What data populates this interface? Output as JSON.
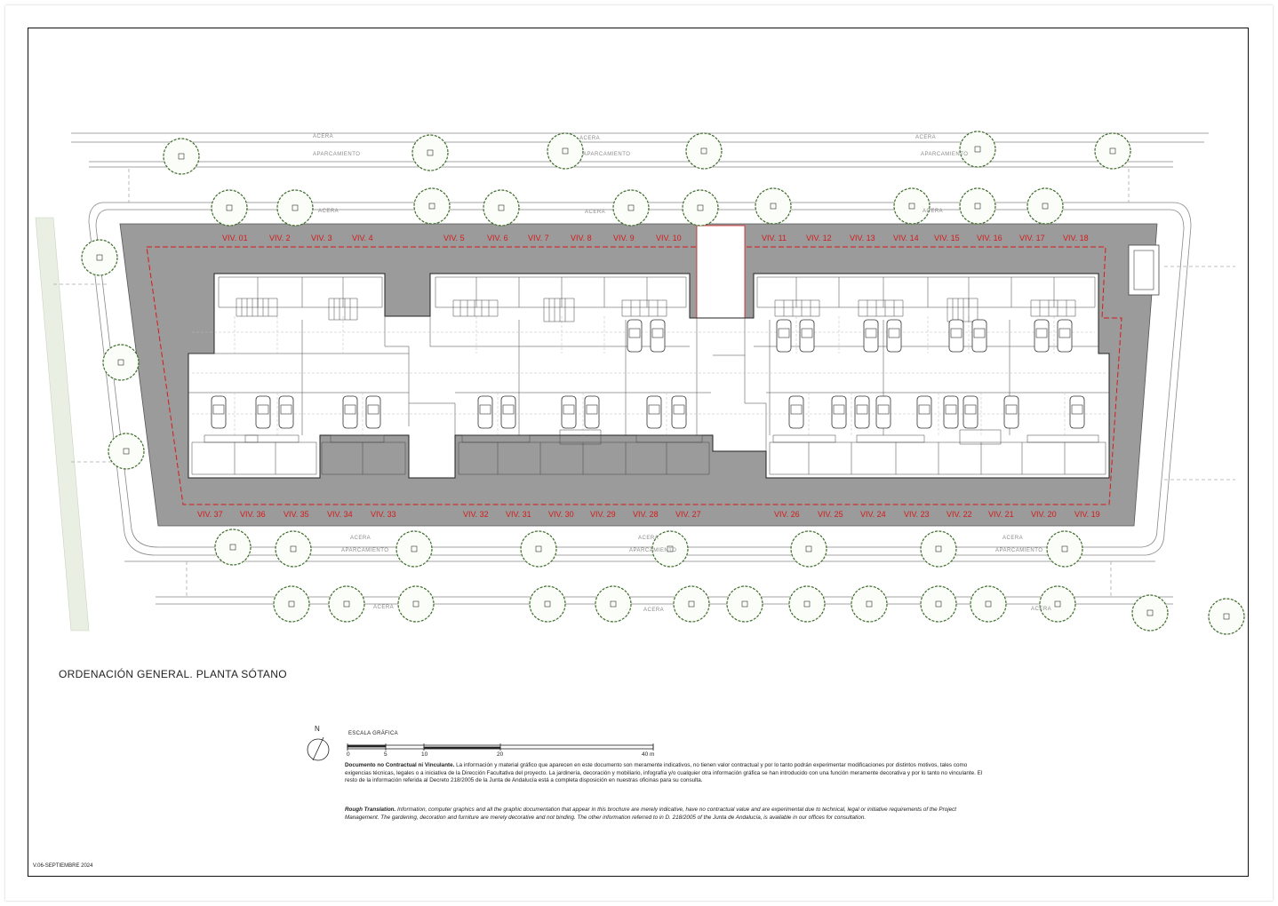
{
  "title": "ORDENACIÓN GENERAL. PLANTA SÓTANO",
  "north": "N",
  "scale": {
    "label": "ESCALA GRÁFICA",
    "ticks": [
      "0",
      "5",
      "10",
      "20",
      "40 m"
    ]
  },
  "disclaimer": {
    "heading": "Documento no Contractual ni Vinculante.",
    "text": " La información y material gráfico que aparecen en este documento son meramente indicativos, no tienen valor contractual y por lo tanto podrán experimentar modificaciones por distintos motivos, tales como exigencias técnicas, legales o a iniciativa de la Dirección Facultativa del proyecto. La jardinería, decoración y mobiliario, infografía y/o cualquier otra información gráfica se han introducido con una función meramente decorativa y por lo tanto no vinculante. El resto de la información referida al Decreto 218/2005 de la Junta de Andalucía está a completa disposición en nuestras oficinas para su consulta."
  },
  "translation": {
    "heading": "Rough Translation.",
    "text": " Information, computer graphics and all the graphic documentation that appear in this brochure are merely indicative, have no contractual value and are experimental due to technical, legal or initiative requirements of the Project Management. The gardening, decoration and furniture are merely decorative and not binding. The other information referred to in D. 218/2005 of the Junta de Andalucía, is available in our offices for consultation."
  },
  "version": "V.06-SEPTIEMBRE 2024",
  "streets": {
    "acera": "ACERA",
    "aparcamiento": "APARCAMIENTO"
  },
  "units_top": [
    "VIV. 01",
    "VIV. 2",
    "VIV. 3",
    "VIV. 4",
    "VIV. 5",
    "VIV. 6",
    "VIV. 7",
    "VIV. 8",
    "VIV. 9",
    "VIV. 10",
    "VIV. 11",
    "VIV. 12",
    "VIV. 13",
    "VIV. 14",
    "VIV. 15",
    "VIV. 16",
    "VIV. 17",
    "VIV. 18"
  ],
  "units_bottom": [
    "VIV. 37",
    "VIV. 36",
    "VIV. 35",
    "VIV. 34",
    "VIV. 33",
    "VIV. 32",
    "VIV. 31",
    "VIV. 30",
    "VIV. 29",
    "VIV. 28",
    "VIV. 27",
    "VIV. 26",
    "VIV. 25",
    "VIV. 24",
    "VIV. 23",
    "VIV. 22",
    "VIV. 21",
    "VIV. 20",
    "VIV. 19"
  ],
  "colors": {
    "unit_label": "#d61a1a",
    "plot_fill": "#9b9b9b",
    "tree_stroke": "#3d6a2a"
  }
}
